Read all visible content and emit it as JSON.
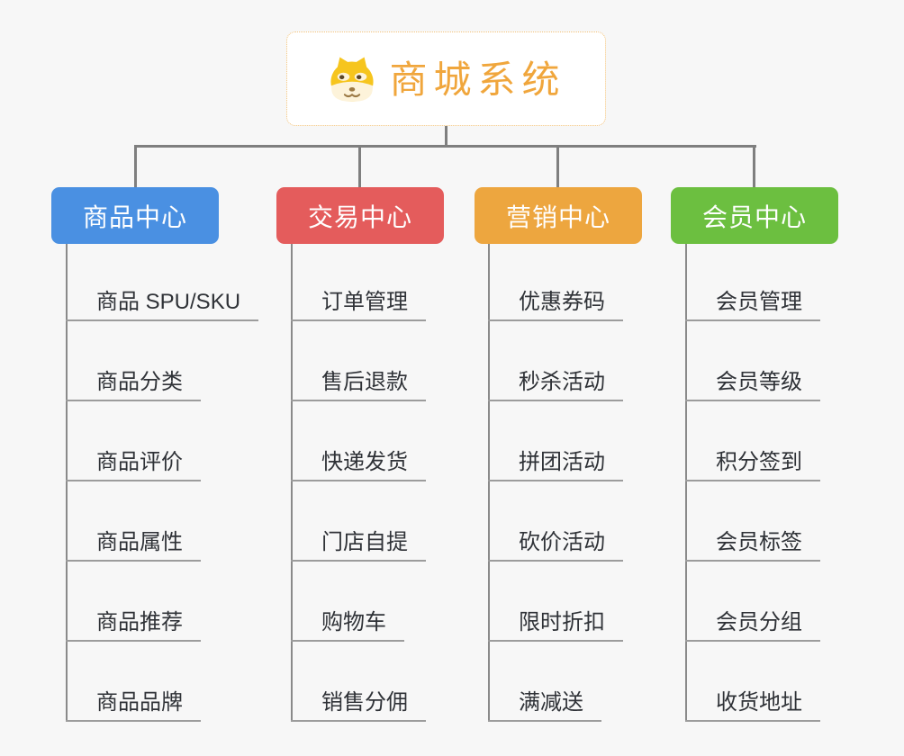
{
  "root": {
    "title": "商城系统",
    "icon": "dog-face-icon",
    "text_color": "#f0a63c",
    "border_color": "#f3c27a",
    "background": "#ffffff"
  },
  "branches": [
    {
      "label": "商品中心",
      "color": "#4a90e2",
      "children": [
        "商品 SPU/SKU",
        "商品分类",
        "商品评价",
        "商品属性",
        "商品推荐",
        "商品品牌"
      ]
    },
    {
      "label": "交易中心",
      "color": "#e45c5c",
      "children": [
        "订单管理",
        "售后退款",
        "快递发货",
        "门店自提",
        "购物车",
        "销售分佣"
      ]
    },
    {
      "label": "营销中心",
      "color": "#eda63f",
      "children": [
        "优惠券码",
        "秒杀活动",
        "拼团活动",
        "砍价活动",
        "限时折扣",
        "满减送"
      ]
    },
    {
      "label": "会员中心",
      "color": "#6cbf40",
      "children": [
        "会员管理",
        "会员等级",
        "积分签到",
        "会员标签",
        "会员分组",
        "收货地址"
      ]
    }
  ],
  "connector_color": "#7f7f7f",
  "background_color": "#f7f7f7"
}
